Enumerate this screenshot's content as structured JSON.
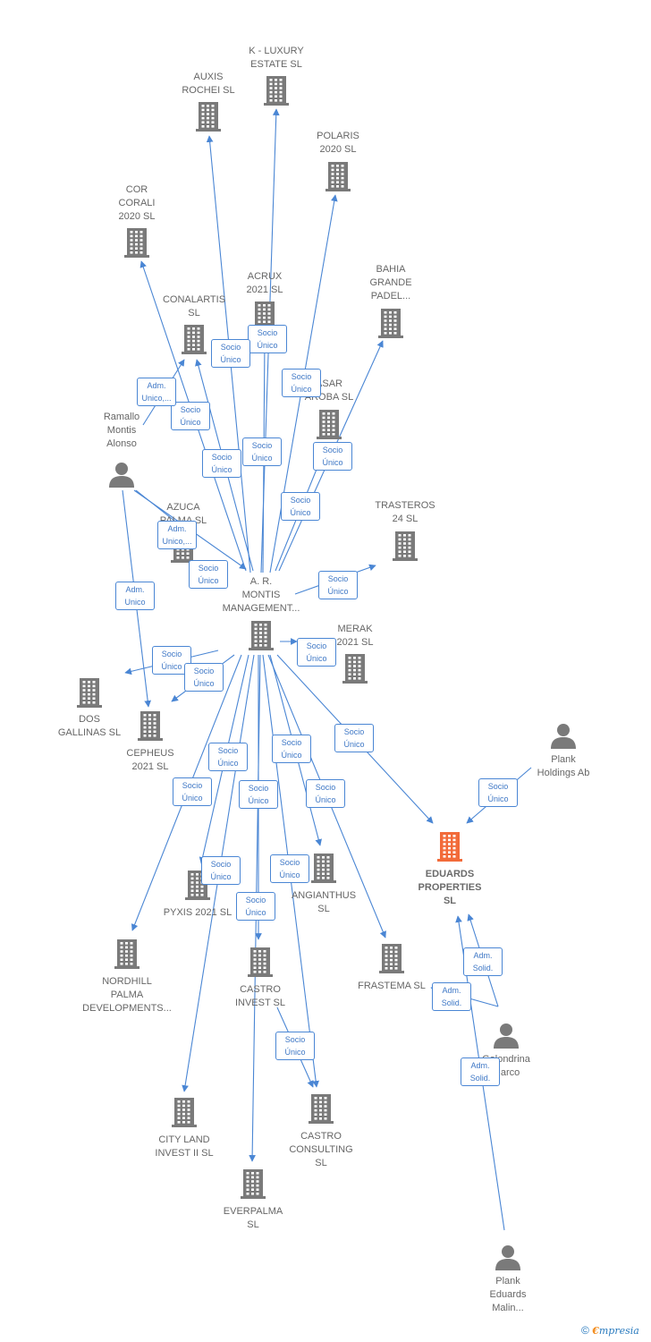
{
  "colors": {
    "edge": "#4a86d4",
    "node": "#7a7a7a",
    "highlight": "#f26b3a"
  },
  "nodes": [
    {
      "id": "amontis",
      "type": "company",
      "label": "A. R.\nMONTIS\nMANAGEMENT..."
    },
    {
      "id": "kluxury",
      "type": "company",
      "label": "K -  LUXURY\nESTATE  SL"
    },
    {
      "id": "auxis",
      "type": "company",
      "label": "AUXIS\nROCHEI  SL"
    },
    {
      "id": "polaris",
      "type": "company",
      "label": "POLARIS\n2020  SL"
    },
    {
      "id": "corcorali",
      "type": "company",
      "label": "COR\nCORALI\n2020  SL"
    },
    {
      "id": "acrux",
      "type": "company",
      "label": "ACRUX\n2021  SL"
    },
    {
      "id": "bahia",
      "type": "company",
      "label": "BAHIA\nGRANDE\nPADEL..."
    },
    {
      "id": "conalartis",
      "type": "company",
      "label": "CONALARTIS\nSL"
    },
    {
      "id": "asar",
      "type": "company",
      "label": "ASAR\nAROBA  SL"
    },
    {
      "id": "ramallo",
      "type": "person",
      "label": "Ramallo\nMontis\nAlonso"
    },
    {
      "id": "trasteros",
      "type": "company",
      "label": "TRASTEROS\n24  SL"
    },
    {
      "id": "azuca",
      "type": "company",
      "label": "AZUCA\nPALMA  SL"
    },
    {
      "id": "merak",
      "type": "company",
      "label": "MERAK\n2021  SL"
    },
    {
      "id": "dosgallinas",
      "type": "company",
      "label": "DOS\nGALLINAS  SL"
    },
    {
      "id": "cepheus",
      "type": "company",
      "label": "CEPHEUS\n2021  SL"
    },
    {
      "id": "plankholdings",
      "type": "person",
      "label": "Plank\nHoldings Ab"
    },
    {
      "id": "eduards",
      "type": "company",
      "label": "EDUARDS\nPROPERTIES\nSL",
      "highlight": true
    },
    {
      "id": "angianthus",
      "type": "company",
      "label": "ANGIANTHUS\nSL"
    },
    {
      "id": "pyxis",
      "type": "company",
      "label": "PYXIS 2021  SL"
    },
    {
      "id": "nordhill",
      "type": "company",
      "label": "NORDHILL\nPALMA\nDEVELOPMENTS..."
    },
    {
      "id": "castroinvest",
      "type": "company",
      "label": "CASTRO\nINVEST  SL"
    },
    {
      "id": "frastema",
      "type": "company",
      "label": "FRASTEMA  SL"
    },
    {
      "id": "golondrina",
      "type": "person",
      "label": "Golondrina\nMarco"
    },
    {
      "id": "cityland",
      "type": "company",
      "label": "CITY LAND\nINVEST II  SL"
    },
    {
      "id": "castroconsulting",
      "type": "company",
      "label": "CASTRO\nCONSULTING\nSL"
    },
    {
      "id": "everpalma",
      "type": "company",
      "label": "EVERPALMA\nSL"
    },
    {
      "id": "plankeduards",
      "type": "person",
      "label": "Plank\nEduards\nMalin..."
    }
  ],
  "edges": [
    {
      "from": "amontis",
      "to": "kluxury",
      "label": "Socio\nÚnico"
    },
    {
      "from": "amontis",
      "to": "auxis",
      "label": "Socio\nÚnico"
    },
    {
      "from": "amontis",
      "to": "polaris",
      "label": "Socio\nÚnico"
    },
    {
      "from": "amontis",
      "to": "corcorali",
      "label": "Socio\nÚnico"
    },
    {
      "from": "amontis",
      "to": "acrux",
      "label": "Socio\nÚnico"
    },
    {
      "from": "amontis",
      "to": "bahia",
      "label": "Socio\nÚnico"
    },
    {
      "from": "amontis",
      "to": "conalartis",
      "label": "Socio\nÚnico"
    },
    {
      "from": "amontis",
      "to": "asar",
      "label": "Socio\nÚnico"
    },
    {
      "from": "ramallo",
      "to": "conalartis",
      "label": "Adm.\nUnico,..."
    },
    {
      "from": "ramallo",
      "to": "azuca",
      "label": "Adm.\nUnico,..."
    },
    {
      "from": "ramallo",
      "to": "amontis",
      "label": "Socio\nÚnico"
    },
    {
      "from": "ramallo",
      "to": "cepheus",
      "label": "Adm.\nUnico"
    },
    {
      "from": "amontis",
      "to": "trasteros",
      "label": "Socio\nÚnico"
    },
    {
      "from": "amontis",
      "to": "merak",
      "label": "Socio\nÚnico"
    },
    {
      "from": "amontis",
      "to": "dosgallinas",
      "label": "Socio\nÚnico"
    },
    {
      "from": "amontis",
      "to": "cepheus",
      "label": "Socio\nÚnico"
    },
    {
      "from": "amontis",
      "to": "eduards",
      "label": "Socio\nÚnico"
    },
    {
      "from": "plankholdings",
      "to": "eduards",
      "label": "Socio\nÚnico"
    },
    {
      "from": "amontis",
      "to": "angianthus",
      "label": "Socio\nÚnico"
    },
    {
      "from": "amontis",
      "to": "pyxis",
      "label": "Socio\nÚnico"
    },
    {
      "from": "amontis",
      "to": "nordhill",
      "label": "Socio\nÚnico"
    },
    {
      "from": "amontis",
      "to": "castroinvest",
      "label": "Socio\nÚnico"
    },
    {
      "from": "amontis",
      "to": "frastema",
      "label": "Socio\nÚnico"
    },
    {
      "from": "amontis",
      "to": "cityland",
      "label": "Socio\nÚnico"
    },
    {
      "from": "amontis",
      "to": "castroconsulting",
      "label": "Socio\nÚnico"
    },
    {
      "from": "amontis",
      "to": "everpalma",
      "label": "Socio\nÚnico"
    },
    {
      "from": "castroinvest",
      "to": "castroconsulting",
      "label": "Socio\nÚnico"
    },
    {
      "from": "golondrina",
      "to": "eduards",
      "label": "Adm.\nSolid."
    },
    {
      "from": "golondrina",
      "to": "frastema",
      "label": "Adm.\nSolid."
    },
    {
      "from": "plankeduards",
      "to": "eduards",
      "label": "Adm.\nSolid."
    }
  ],
  "footer": {
    "copyright": "©",
    "brand_initial": "€",
    "brand_rest": "mpresia"
  }
}
